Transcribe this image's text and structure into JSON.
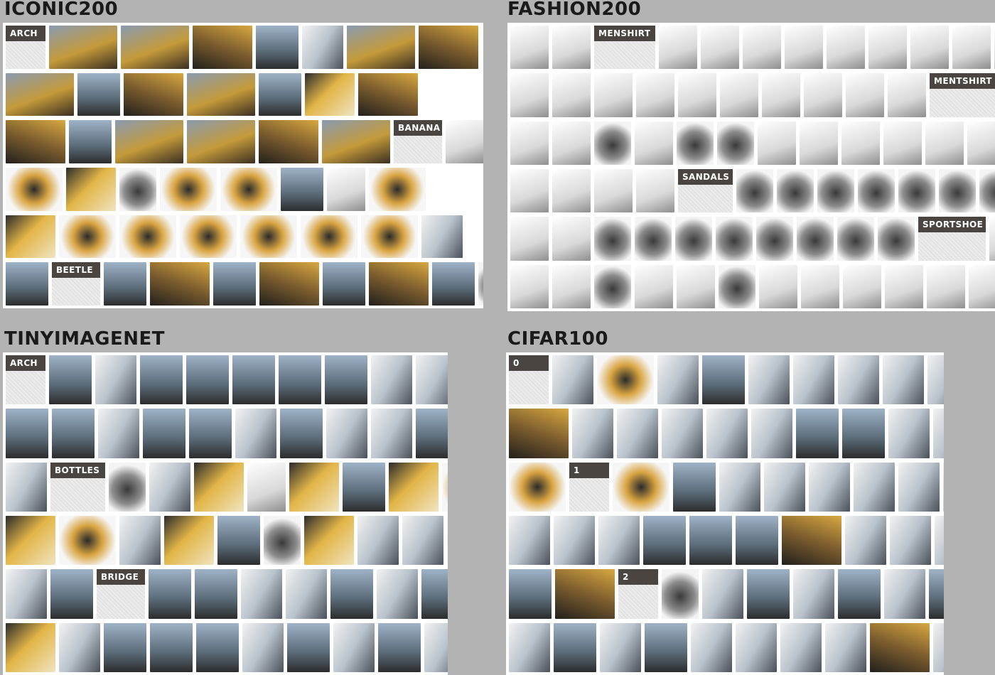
{
  "panels": [
    {
      "id": "iconic200",
      "title": "ICONIC200",
      "rows": [
        [
          {
            "label": "ARCH"
          },
          "a",
          "a",
          "b",
          "d",
          "e",
          "a",
          "b"
        ],
        [
          "a",
          "d",
          "b",
          "a",
          "d",
          "c",
          "b"
        ],
        [
          "b",
          "d",
          "a",
          "a",
          "b",
          "a",
          {
            "label": "BANANA"
          },
          "f",
          "h"
        ],
        [
          "h",
          "c",
          "g",
          "h",
          "h",
          "d",
          "f",
          "h"
        ],
        [
          "c",
          "h",
          "h",
          "h",
          "h",
          "h",
          "h",
          "e"
        ],
        [
          "d",
          {
            "label": "BEETLE"
          },
          "d",
          "b",
          "d",
          "b",
          "d",
          "b",
          "d",
          "g"
        ]
      ],
      "colors": {
        "panel_bg": "#ffffff"
      }
    },
    {
      "id": "fashion200",
      "title": "FASHION200",
      "rows": [
        [
          "f",
          "f",
          {
            "label": "MENSHIRT"
          },
          "f",
          "f",
          "f",
          "f",
          "f",
          "f",
          "f",
          "f",
          "f",
          "f",
          "f"
        ],
        [
          "f",
          "f",
          "f",
          "f",
          "f",
          "f",
          "f",
          "f",
          "f",
          "f",
          {
            "label": "MENTSHIRT"
          },
          "f",
          "f"
        ],
        [
          "f",
          "f",
          "g",
          "f",
          "g",
          "g",
          "f",
          "f",
          "f",
          "f",
          "f",
          "f",
          "f",
          "f"
        ],
        [
          "f",
          "f",
          "f",
          "f",
          {
            "label": "SANDALS"
          },
          "g",
          "g",
          "g",
          "g",
          "g",
          "g",
          "g",
          "g",
          "g"
        ],
        [
          "f",
          "f",
          "g",
          "g",
          "g",
          "g",
          "g",
          "g",
          "g",
          "g",
          {
            "label": "SPORTSHOE"
          },
          "f"
        ],
        [
          "f",
          "f",
          "g",
          "f",
          "f",
          "g",
          "f",
          "f",
          "f",
          "f",
          "f",
          "f",
          "f",
          "f",
          "f"
        ]
      ],
      "colors": {
        "panel_bg": "#ffffff"
      }
    },
    {
      "id": "tinyimagenet",
      "title": "TINYIMAGENET",
      "rows": [
        [
          {
            "label": "ARCH"
          },
          "d",
          "e",
          "d",
          "d",
          "d",
          "d",
          "d",
          "e",
          "e"
        ],
        [
          "d",
          "d",
          "e",
          "d",
          "d",
          "e",
          "d",
          "e",
          "e",
          "d"
        ],
        [
          "e",
          {
            "label": "BOTTLES"
          },
          "g",
          "e",
          "c",
          "f",
          "c",
          "d",
          "c",
          "h",
          "b"
        ],
        [
          "c",
          "h",
          "e",
          "c",
          "d",
          "g",
          "c",
          "e",
          "e",
          "h",
          "e"
        ],
        [
          "e",
          "d",
          {
            "label": "BRIDGE"
          },
          "d",
          "d",
          "e",
          "e",
          "d",
          "e",
          "d"
        ],
        [
          "c",
          "e",
          "d",
          "d",
          "d",
          "e",
          "d",
          "e",
          "d",
          "e"
        ]
      ],
      "colors": {
        "panel_bg": "#ffffff"
      }
    },
    {
      "id": "cifar100",
      "title": "CIFAR100",
      "rows": [
        [
          {
            "label": "0"
          },
          "e",
          "h",
          "e",
          "d",
          "e",
          "e",
          "e",
          "e",
          "e"
        ],
        [
          "b",
          "e",
          "e",
          "e",
          "e",
          "e",
          "d",
          "d",
          "e",
          "e"
        ],
        [
          "h",
          {
            "label": "1"
          },
          "h",
          "d",
          "e",
          "e",
          "e",
          "e",
          "e",
          "e"
        ],
        [
          "e",
          "e",
          "e",
          "d",
          "d",
          "d",
          "b",
          "e",
          "e",
          "e"
        ],
        [
          "d",
          "b",
          {
            "label": "2"
          },
          "g",
          "e",
          "d",
          "e",
          "d",
          "e",
          "d"
        ],
        [
          "e",
          "d",
          "e",
          "d",
          "e",
          "e",
          "e",
          "e",
          "b",
          "e"
        ]
      ],
      "colors": {
        "panel_bg": "#ffffff"
      }
    }
  ]
}
